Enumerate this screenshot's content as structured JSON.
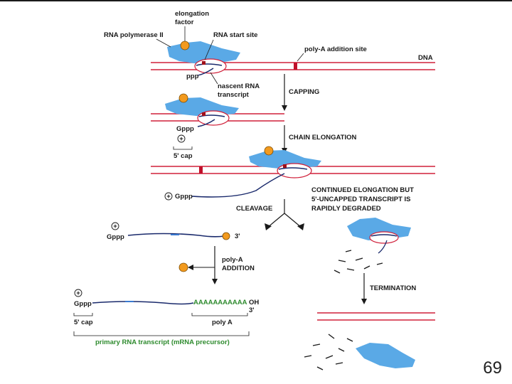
{
  "labels": {
    "elongation_factor_1": "elongation",
    "elongation_factor_2": "factor",
    "rna_polymerase": "RNA polymerase II",
    "rna_start_site": "RNA start site",
    "polya_site": "poly-A addition site",
    "dna": "DNA",
    "ppp": "ppp",
    "nascent_1": "nascent RNA",
    "nascent_2": "transcript",
    "capping": "CAPPING",
    "gppp_1": "Gppp",
    "cap5_1": "5' cap",
    "chain_elongation": "CHAIN ELONGATION",
    "gppp_2": "Gppp",
    "cleavage": "CLEAVAGE",
    "degraded_1": "CONTINUED ELONGATION BUT",
    "degraded_2": "5'-UNCAPPED TRANSCRIPT IS",
    "degraded_3": "RAPIDLY DEGRADED",
    "gppp_3": "Gppp",
    "three_prime_1": "3'",
    "polya_add_1": "poly-A",
    "polya_add_2": "ADDITION",
    "termination": "TERMINATION",
    "gppp_4": "Gppp",
    "polya_tail": "AAAAAAAAAAA",
    "oh": "OH",
    "three_prime_2": "3'",
    "cap5_2": "5' cap",
    "poly_a": "poly A",
    "primary_transcript": "primary RNA transcript (mRNA precursor)",
    "plus": "+"
  },
  "page_number": "69",
  "colors": {
    "polymerase": "#5aa9e6",
    "dna": "#d0203a",
    "factor": "#f29a1e",
    "rna": "#1a2a6c",
    "green_text": "#2e8b2e"
  }
}
